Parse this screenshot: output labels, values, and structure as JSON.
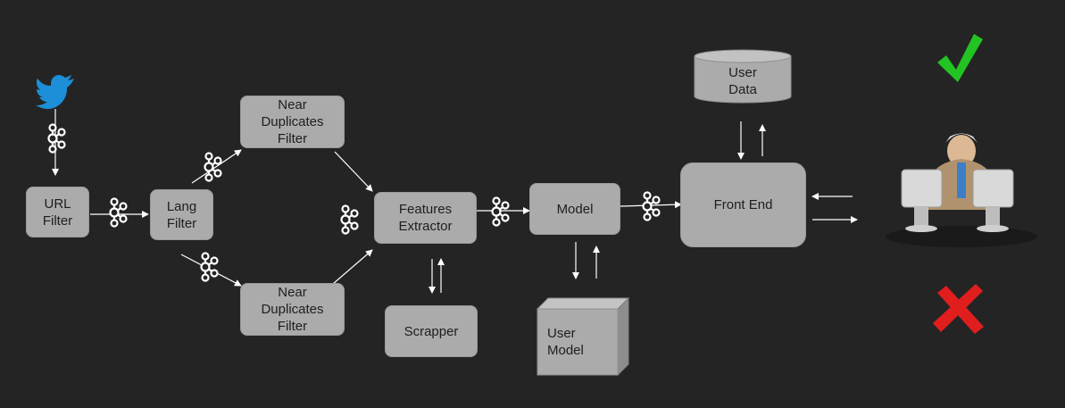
{
  "nodes": {
    "url_filter": "URL\nFilter",
    "lang_filter": "Lang\nFilter",
    "near_dup_top": "Near\nDuplicates\nFilter",
    "near_dup_bottom": "Near\nDuplicates\nFilter",
    "features_extractor": "Features\nExtractor",
    "scrapper": "Scrapper",
    "model": "Model",
    "user_model": "User\nModel",
    "front_end": "Front End",
    "user_data": "User\nData"
  },
  "icons": {
    "source": "twitter-bird-icon",
    "queue": "kafka-logo-icon",
    "user": "user-at-computer-icon",
    "approve": "green-checkmark-icon",
    "reject": "red-cross-icon"
  },
  "colors": {
    "background": "#242424",
    "node_fill": "#ababab",
    "arrow": "#ffffff",
    "twitter": "#1d8fd8",
    "check": "#22c322",
    "cross": "#e01e1e"
  }
}
